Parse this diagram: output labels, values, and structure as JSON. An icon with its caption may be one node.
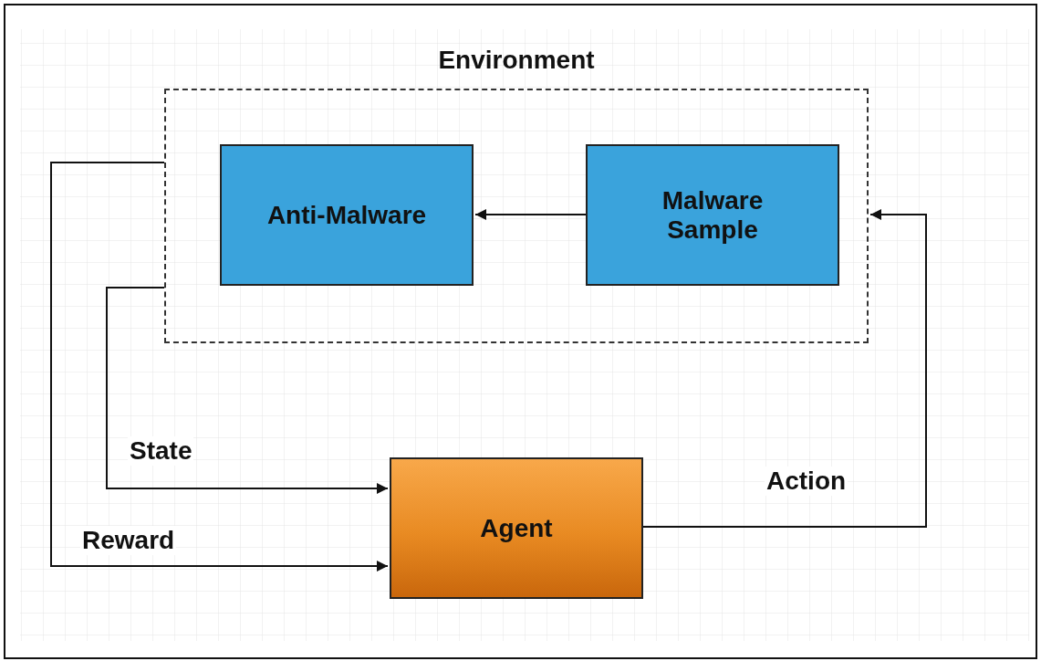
{
  "diagram": {
    "nodes": [
      {
        "text": [
          "Environment"
        ]
      },
      {
        "text": [
          "Anti-Malware"
        ],
        "in": 0
      },
      {
        "text": [
          "Malware Sample"
        ],
        "in": 0
      },
      {
        "text": [
          "Agent"
        ]
      }
    ],
    "edges": [
      {
        "from": 2,
        "to": 1,
        "arrow": "to"
      },
      {
        "from": 0,
        "to": 3,
        "arrow": "to",
        "label": "State"
      },
      {
        "from": 0,
        "to": 3,
        "arrow": "to",
        "label": "Reward"
      },
      {
        "from": 3,
        "to": 0,
        "arrow": "to",
        "label": "Action"
      }
    ]
  }
}
